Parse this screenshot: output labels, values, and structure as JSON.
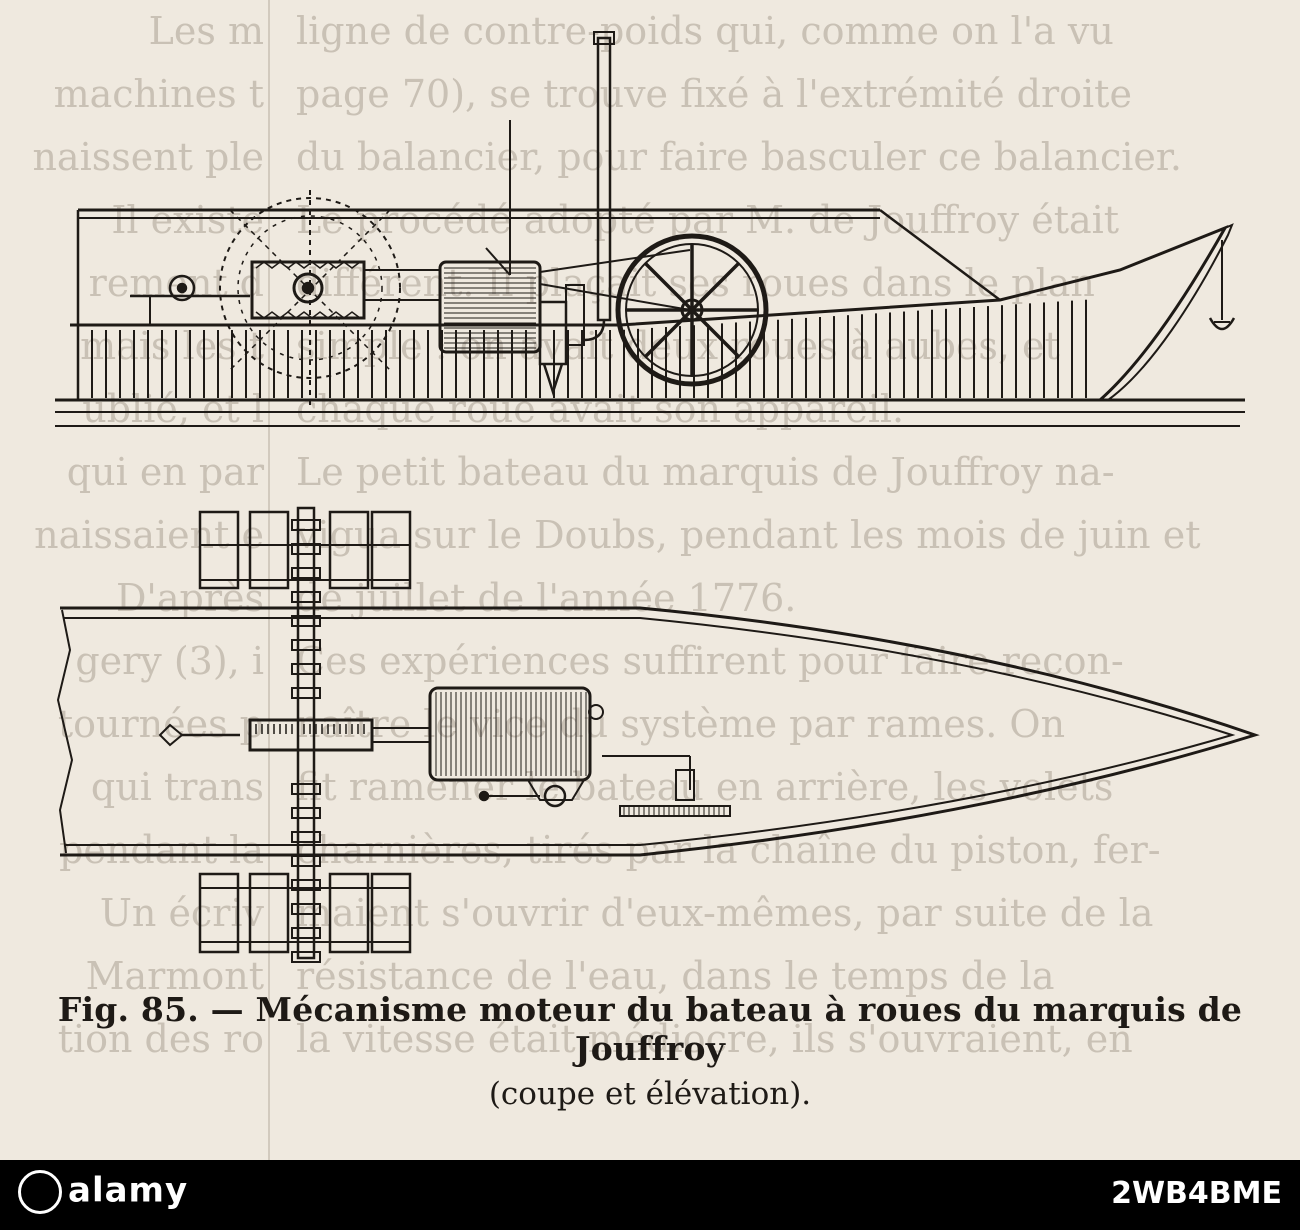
{
  "caption": {
    "fig_label": "Fig. 85.",
    "dash": "—",
    "title": "Mécanisme moteur du bateau à roues du marquis de Jouffroy",
    "subtitle": "(coupe et élévation)."
  },
  "bleed_through": {
    "left_lines": [
      "Les m",
      "machines t",
      "naissent ple",
      "Il existe",
      "rement d",
      "mais les t",
      "ublié, et l",
      "qui en par",
      "naissaient e",
      "D'après",
      "gery (3), i",
      "tournées p",
      "qui trans",
      "pendant la",
      "Un écriv",
      "Marmont",
      "tion des ro"
    ],
    "right_lines": [
      "ligne de contre-poids qui, comme on l'a vu",
      "page 70), se trouve fixé à l'extrémité droite",
      "du balancier, pour faire basculer ce balancier.",
      "Le procédé adopté par M. de Jouffroy était",
      "différent. Il plaçait ses roues dans le plan",
      "simple : on avait deux roues à aubes, et",
      "chaque roue avait son appareil.",
      "Le petit bateau du marquis de Jouffroy na-",
      "vigua sur le Doubs, pendant les mois de juin et",
      "de juillet de l'année 1776.",
      "Ces expériences suffirent pour faire recon-",
      "naître le vice du système par rames. On",
      "fit ramener le bateau en arrière, les volets",
      "charnières, tirés par la chaîne du piston, fer-",
      "maient s'ouvrir d'eux-mêmes, par suite de la",
      "résistance de l'eau, dans le temps de la",
      "la vitesse était médiocre, ils s'ouvraient, en"
    ]
  },
  "stock_banner": {
    "brand": "alamy",
    "image_code": "2WB4BME"
  },
  "colors": {
    "paper": "#efe9df",
    "ink": "#1e1a16",
    "bleed_text": "#c9c1b5"
  }
}
